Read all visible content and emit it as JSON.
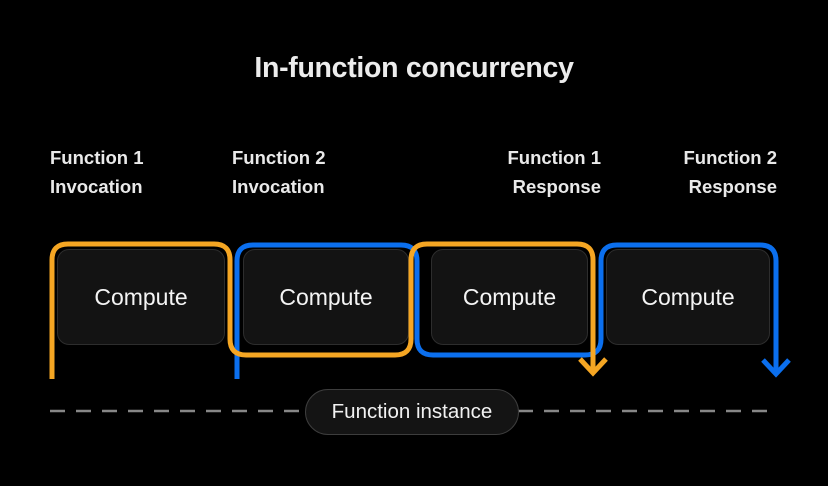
{
  "title": "In-function concurrency",
  "colors": {
    "background": "#000000",
    "function1_accent": "#F5A623",
    "function2_accent": "#0B6FEE",
    "box_fill": "#131313",
    "box_border": "#2D2D2D",
    "dashed_line": "#878787",
    "text": "#ECECEC"
  },
  "columns": [
    {
      "line1": "Function 1",
      "line2": "Invocation"
    },
    {
      "line1": "Function 2",
      "line2": "Invocation"
    },
    {
      "line1": "Function 1",
      "line2": "Response"
    },
    {
      "line1": "Function 2",
      "line2": "Response"
    }
  ],
  "boxes": [
    {
      "label": "Compute"
    },
    {
      "label": "Compute"
    },
    {
      "label": "Compute"
    },
    {
      "label": "Compute"
    }
  ],
  "arrows": {
    "function1_response": "arrow-down",
    "function2_response": "arrow-down"
  },
  "instance_pill": {
    "label": "Function instance"
  }
}
